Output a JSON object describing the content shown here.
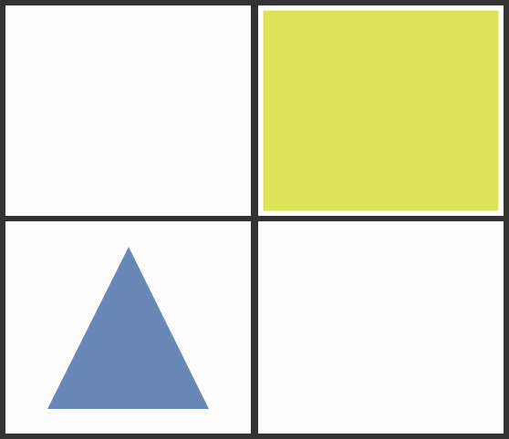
{
  "grid": {
    "rows": 2,
    "columns": 2,
    "border_color": "#333333",
    "cell_background": "#fdfdfd",
    "cells": [
      {
        "position": "top-left",
        "shape": "none"
      },
      {
        "position": "top-right",
        "shape": "square",
        "fill": "#dfe357",
        "outline": "#ffffff"
      },
      {
        "position": "bottom-left",
        "shape": "triangle",
        "fill": "#6889b8"
      },
      {
        "position": "bottom-right",
        "shape": "none"
      }
    ]
  }
}
